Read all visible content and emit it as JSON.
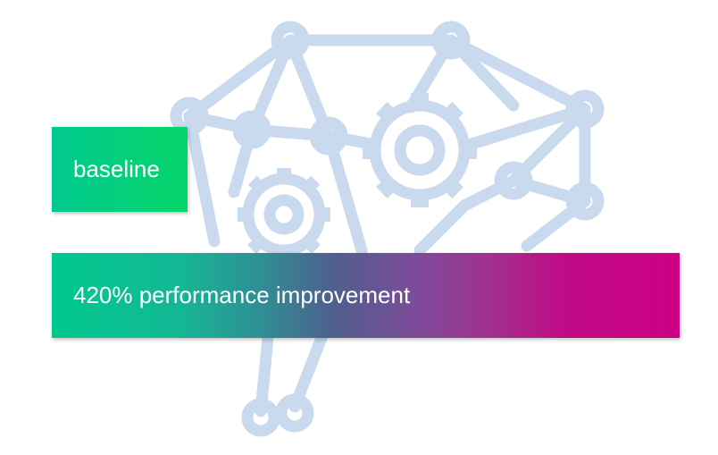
{
  "slide": {
    "background_graphic": "brain-network-gears-icon",
    "graphic_color": "#c9d9ee",
    "bars": [
      {
        "id": "baseline",
        "label": "baseline",
        "relative_value": 1,
        "colors": [
          "#00c98f",
          "#06d56a"
        ]
      },
      {
        "id": "improved",
        "label": "420% performance improvement",
        "relative_value": 4.6,
        "colors": [
          "#00c98f",
          "#4f5f8e",
          "#cc0083"
        ]
      }
    ]
  }
}
